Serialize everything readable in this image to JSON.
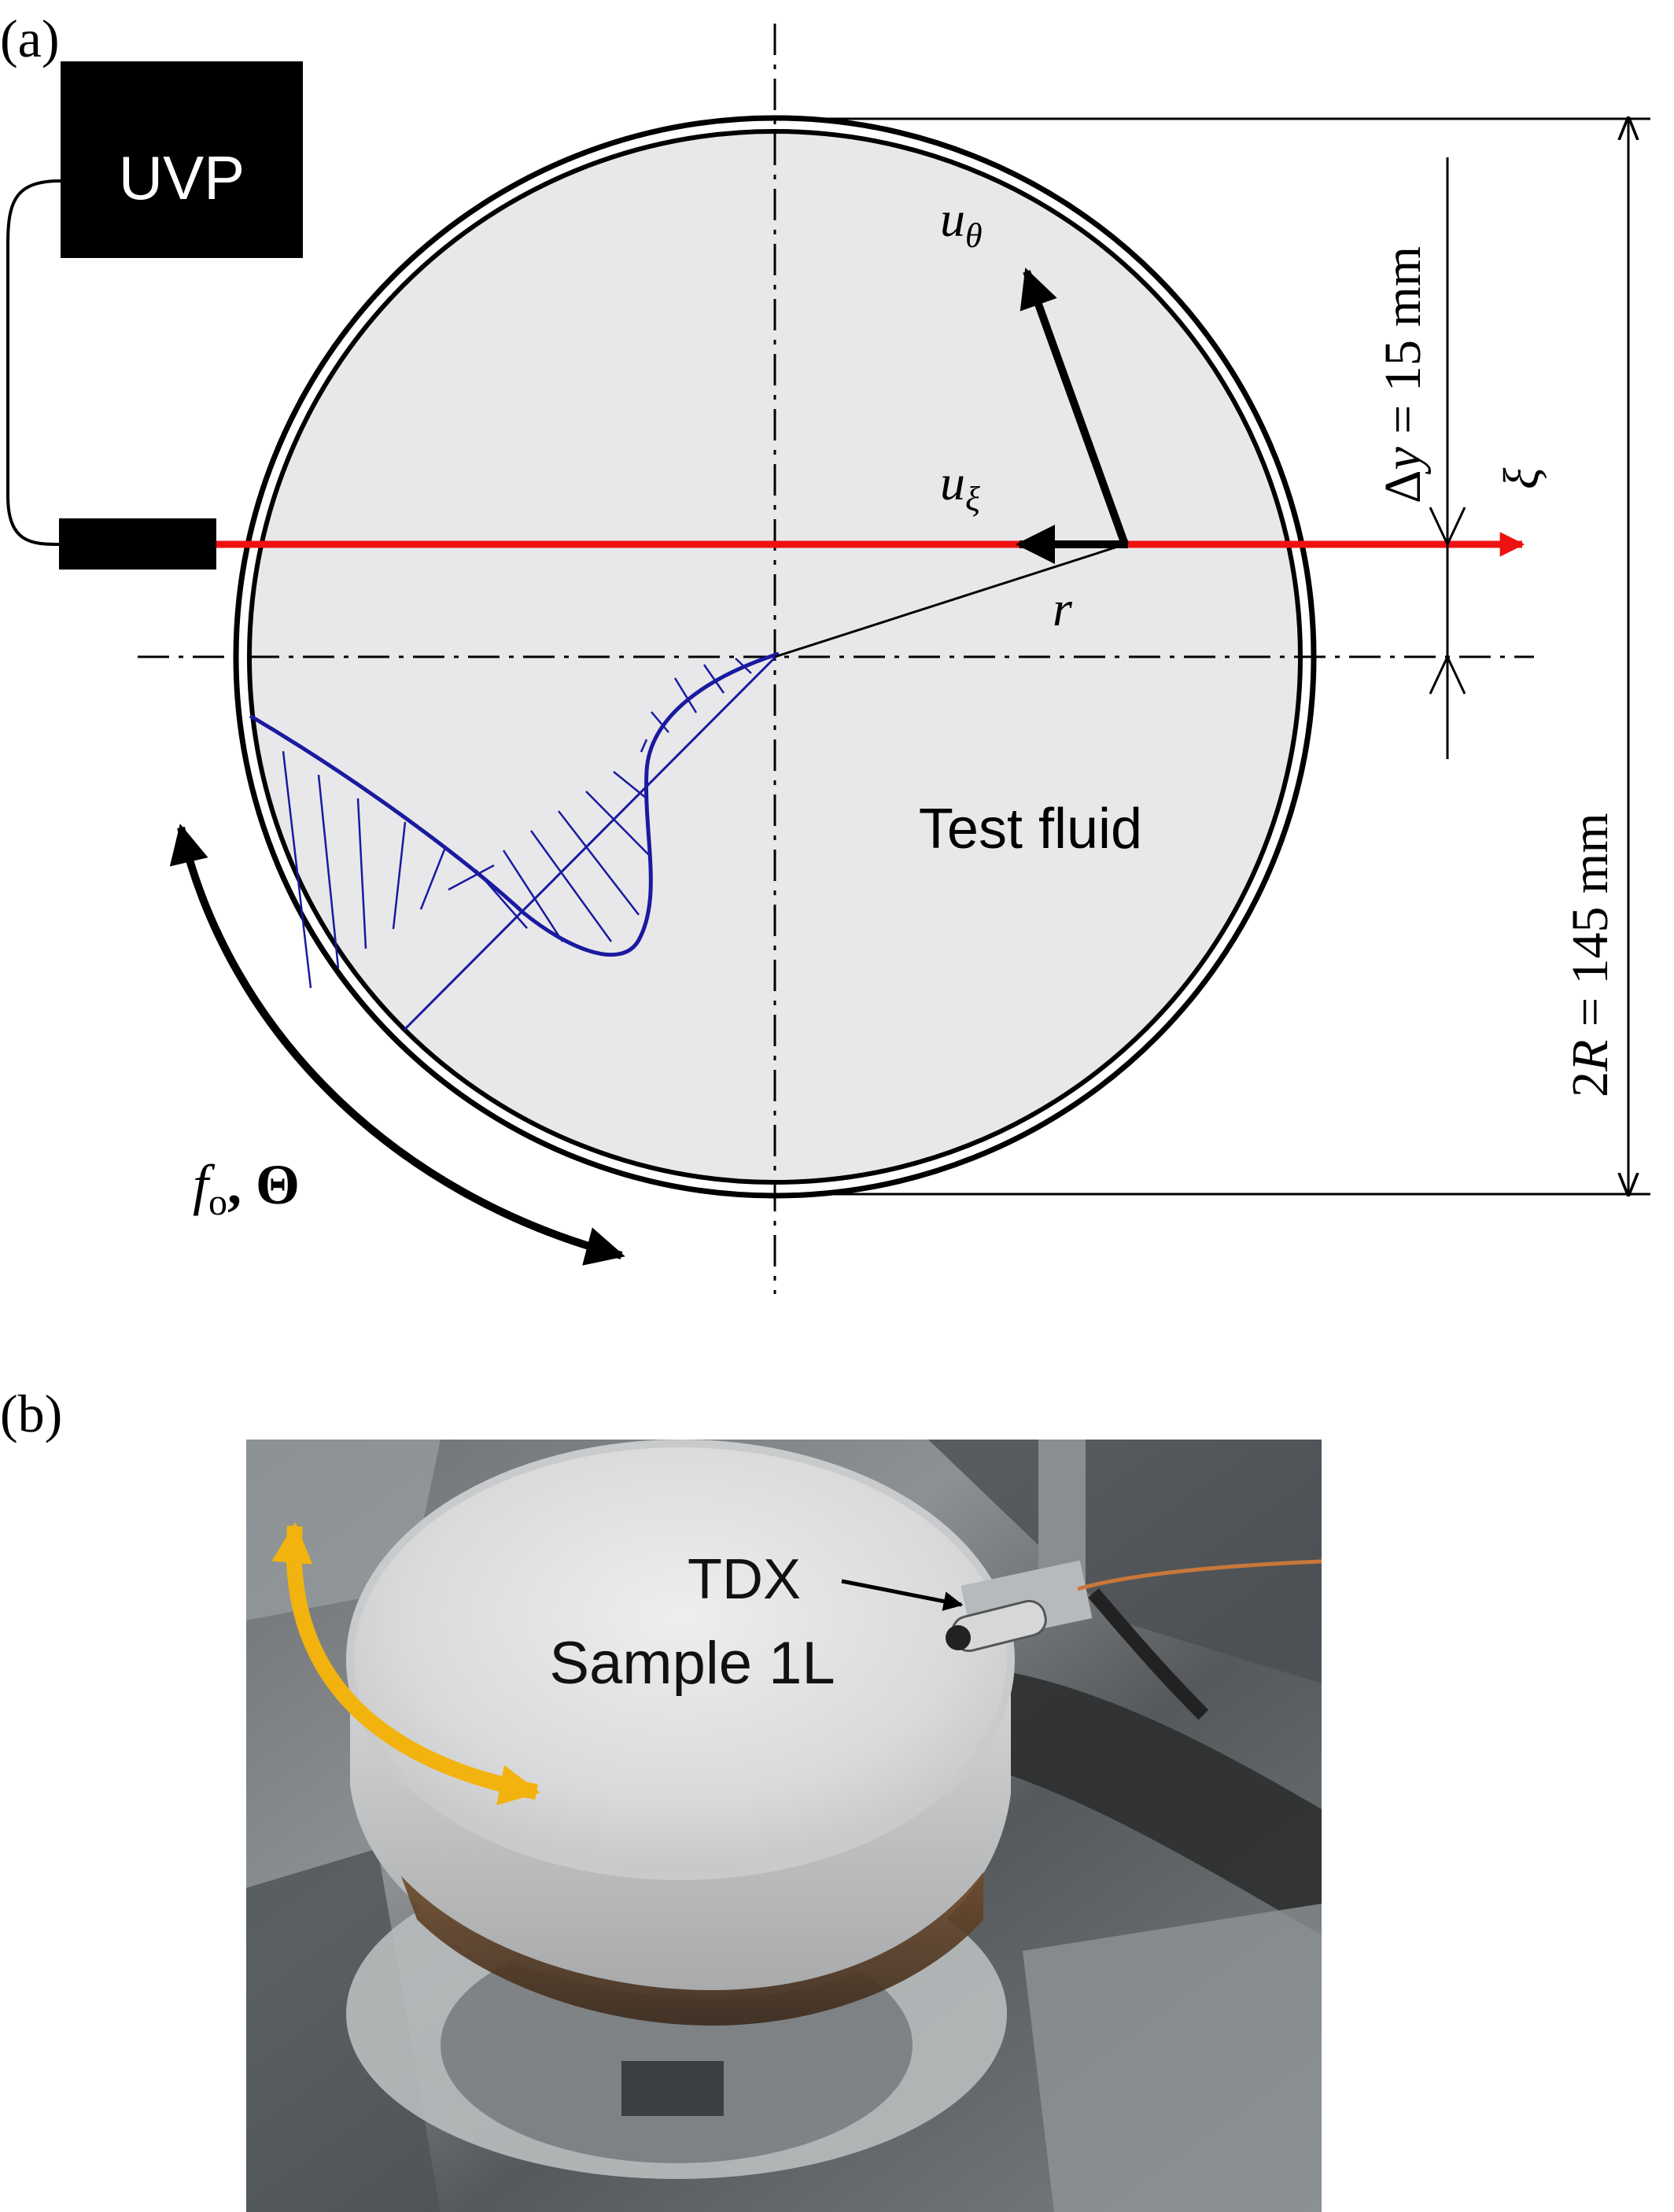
{
  "panel_a": {
    "label": "(a)",
    "uvp_label": "UVP",
    "fluid_label": "Test fluid",
    "u_theta": {
      "base": "u",
      "sub": "θ"
    },
    "u_xi": {
      "base": "u",
      "sub": "ξ"
    },
    "r_label": "r",
    "xi_label": "ξ",
    "oscillation": {
      "f": "f",
      "f_sub": "o",
      "rest": ", Θ"
    },
    "dim_dy": {
      "delta": "Δ",
      "var": "y",
      "rest": " = 15 mm"
    },
    "dim_2r": {
      "num": "2",
      "var": "R",
      "rest": " = 145 mm"
    }
  },
  "panel_b": {
    "label": "(b)",
    "sample_label": "Sample 1L",
    "tdx_label": "TDX"
  },
  "colors": {
    "fluid_fill": "#e8e8ea",
    "beam_red": "#ee1111",
    "profile_blue": "#1a1aa0",
    "oscillation_arrow_yellow": "#f2b30e"
  }
}
